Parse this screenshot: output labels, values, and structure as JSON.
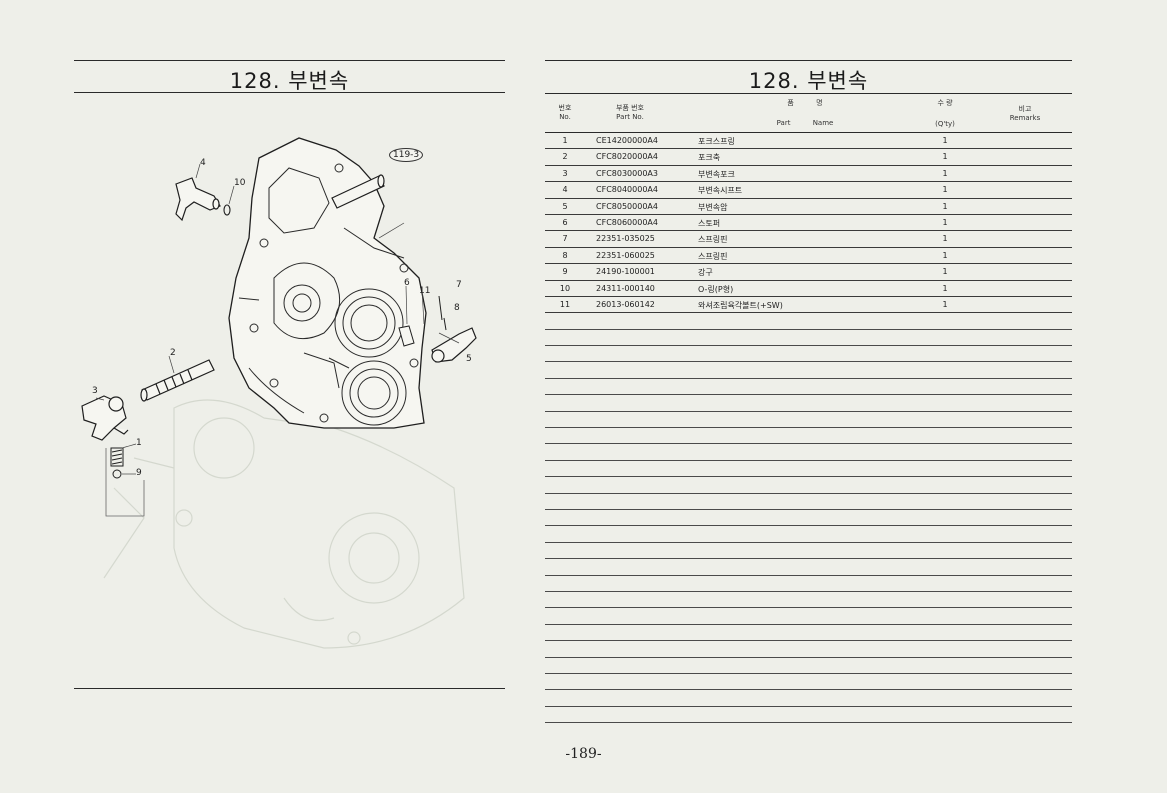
{
  "left_page": {
    "title": "128. 부변속",
    "callouts": [
      {
        "id": "119-3",
        "circled": true
      },
      {
        "id": "4"
      },
      {
        "id": "10"
      },
      {
        "id": "6"
      },
      {
        "id": "11"
      },
      {
        "id": "7"
      },
      {
        "id": "8"
      },
      {
        "id": "5"
      },
      {
        "id": "2"
      },
      {
        "id": "3"
      },
      {
        "id": "1"
      },
      {
        "id": "9"
      }
    ]
  },
  "right_page": {
    "title": "128. 부변속",
    "headers": {
      "no_ko": "번호",
      "no_en": "No.",
      "part_ko": "부품 번호",
      "part_en": "Part   No.",
      "name_ko": "품          명",
      "name_en": "Part          Name",
      "qty_ko": "수  량",
      "qty_en": "(Q'ty)",
      "remarks_ko": "비고",
      "remarks_en": "Remarks"
    },
    "rows": [
      {
        "no": "1",
        "part": "CE14200000A4",
        "name": "포크스프링",
        "qty": "1"
      },
      {
        "no": "2",
        "part": "CFC8020000A4",
        "name": "포크축",
        "qty": "1"
      },
      {
        "no": "3",
        "part": "CFC8030000A3",
        "name": "부변속포크",
        "qty": "1"
      },
      {
        "no": "4",
        "part": "CFC8040000A4",
        "name": "부변속시프트",
        "qty": "1"
      },
      {
        "no": "5",
        "part": "CFC8050000A4",
        "name": "부변속암",
        "qty": "1"
      },
      {
        "no": "6",
        "part": "CFC8060000A4",
        "name": "스토퍼",
        "qty": "1"
      },
      {
        "no": "7",
        "part": "22351-035025",
        "name": "스프링핀",
        "qty": "1"
      },
      {
        "no": "8",
        "part": "22351-060025",
        "name": "스프링핀",
        "qty": "1"
      },
      {
        "no": "9",
        "part": "24190-100001",
        "name": "강구",
        "qty": "1"
      },
      {
        "no": "10",
        "part": "24311-000140",
        "name": "O-링(P형)",
        "qty": "1"
      },
      {
        "no": "11",
        "part": "26013-060142",
        "name": "와셔조립육각볼트(+SW)",
        "qty": "1"
      }
    ]
  },
  "page_number": "-189-"
}
